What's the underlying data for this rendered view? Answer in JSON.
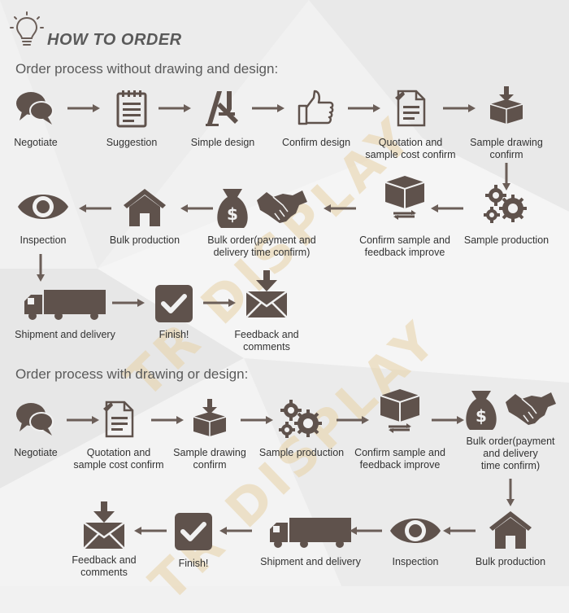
{
  "header": {
    "title": "HOW TO ORDER",
    "icon": "lightbulb-icon"
  },
  "colors": {
    "icon": "#5f524c",
    "arrow": "#6b5e58",
    "text": "#333333",
    "watermark": "#e8d2a6"
  },
  "watermark": [
    "TR DISPLAY",
    "TR DISPLAY"
  ],
  "section1": {
    "title": "Order process without drawing and design:",
    "steps": [
      {
        "id": "negotiate",
        "label": "Negotiate",
        "icon": "chat-bubbles-icon"
      },
      {
        "id": "suggestion",
        "label": "Suggestion",
        "icon": "notepad-icon"
      },
      {
        "id": "simple-design",
        "label": "Simple design",
        "icon": "design-tools-icon"
      },
      {
        "id": "confirm-design",
        "label": "Confirm design",
        "icon": "thumbs-up-icon"
      },
      {
        "id": "quotation",
        "label": "Quotation and\nsample cost confirm",
        "icon": "document-icon"
      },
      {
        "id": "sample-drawing",
        "label": "Sample drawing\nconfirm",
        "icon": "box-download-icon"
      },
      {
        "id": "sample-production",
        "label": "Sample production",
        "icon": "gears-icon"
      },
      {
        "id": "confirm-sample",
        "label": "Confirm sample and\nfeedback improve",
        "icon": "box-cycle-icon"
      },
      {
        "id": "bulk-order",
        "label": "Bulk order(payment and\ndelivery time confirm)",
        "icon": "moneybag-handshake-icon"
      },
      {
        "id": "bulk-production",
        "label": "Bulk production",
        "icon": "house-icon"
      },
      {
        "id": "inspection",
        "label": "Inspection",
        "icon": "eye-icon"
      },
      {
        "id": "shipment",
        "label": "Shipment and delivery",
        "icon": "truck-icon"
      },
      {
        "id": "finish",
        "label": "Finish!",
        "icon": "checkbox-icon"
      },
      {
        "id": "feedback",
        "label": "Feedback and\ncomments",
        "icon": "mail-download-icon"
      }
    ]
  },
  "section2": {
    "title": "Order process with drawing or design:",
    "steps": [
      {
        "id": "negotiate",
        "label": "Negotiate",
        "icon": "chat-bubbles-icon"
      },
      {
        "id": "quotation",
        "label": "Quotation and\nsample cost confirm",
        "icon": "document-icon"
      },
      {
        "id": "sample-drawing",
        "label": "Sample drawing\nconfirm",
        "icon": "box-download-icon"
      },
      {
        "id": "sample-production",
        "label": "Sample production",
        "icon": "gears-icon"
      },
      {
        "id": "confirm-sample",
        "label": "Confirm sample and\nfeedback improve",
        "icon": "box-cycle-icon"
      },
      {
        "id": "bulk-order",
        "label": "Bulk order(payment\nand delivery\ntime confirm)",
        "icon": "moneybag-handshake-icon"
      },
      {
        "id": "bulk-production",
        "label": "Bulk production",
        "icon": "house-icon"
      },
      {
        "id": "inspection",
        "label": "Inspection",
        "icon": "eye-icon"
      },
      {
        "id": "shipment",
        "label": "Shipment and delivery",
        "icon": "truck-icon"
      },
      {
        "id": "finish",
        "label": "Finish!",
        "icon": "checkbox-icon"
      },
      {
        "id": "feedback",
        "label": "Feedback and\ncomments",
        "icon": "mail-download-icon"
      }
    ]
  }
}
